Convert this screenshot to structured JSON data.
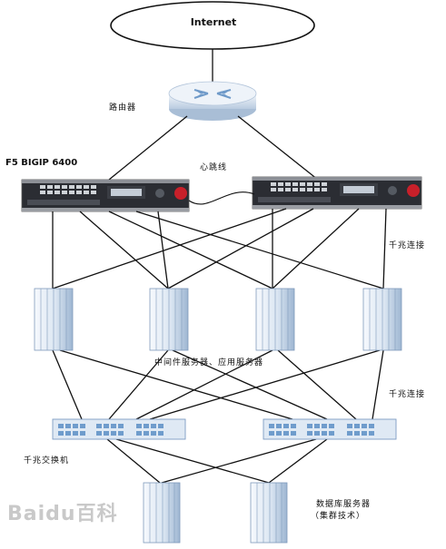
{
  "labels": {
    "internet": "Internet",
    "router": "路由器",
    "load_balancer": "F5 BIGIP 6400",
    "heartbeat": "心跳线",
    "gigabit_link_top": "千兆连接",
    "gigabit_link_mid": "千兆连接",
    "app_servers": "中间件服务器、应用服务器",
    "gigabit_switch": "千兆交换机",
    "db_servers_line1": "数据库服务器",
    "db_servers_line2": "（集群技术）"
  },
  "watermark": "Baidu百科",
  "colors": {
    "line": "#1a1a1a",
    "server_light": "#eef4fb",
    "server_dark": "#8fa9c8",
    "switch_face": "#dfe9f4",
    "switch_port": "#6f9ccc",
    "router_face": "#e6edf6",
    "router_arrow": "#6f9ac9",
    "lb_dark": "#24262b",
    "lb_red": "#c8202a"
  }
}
